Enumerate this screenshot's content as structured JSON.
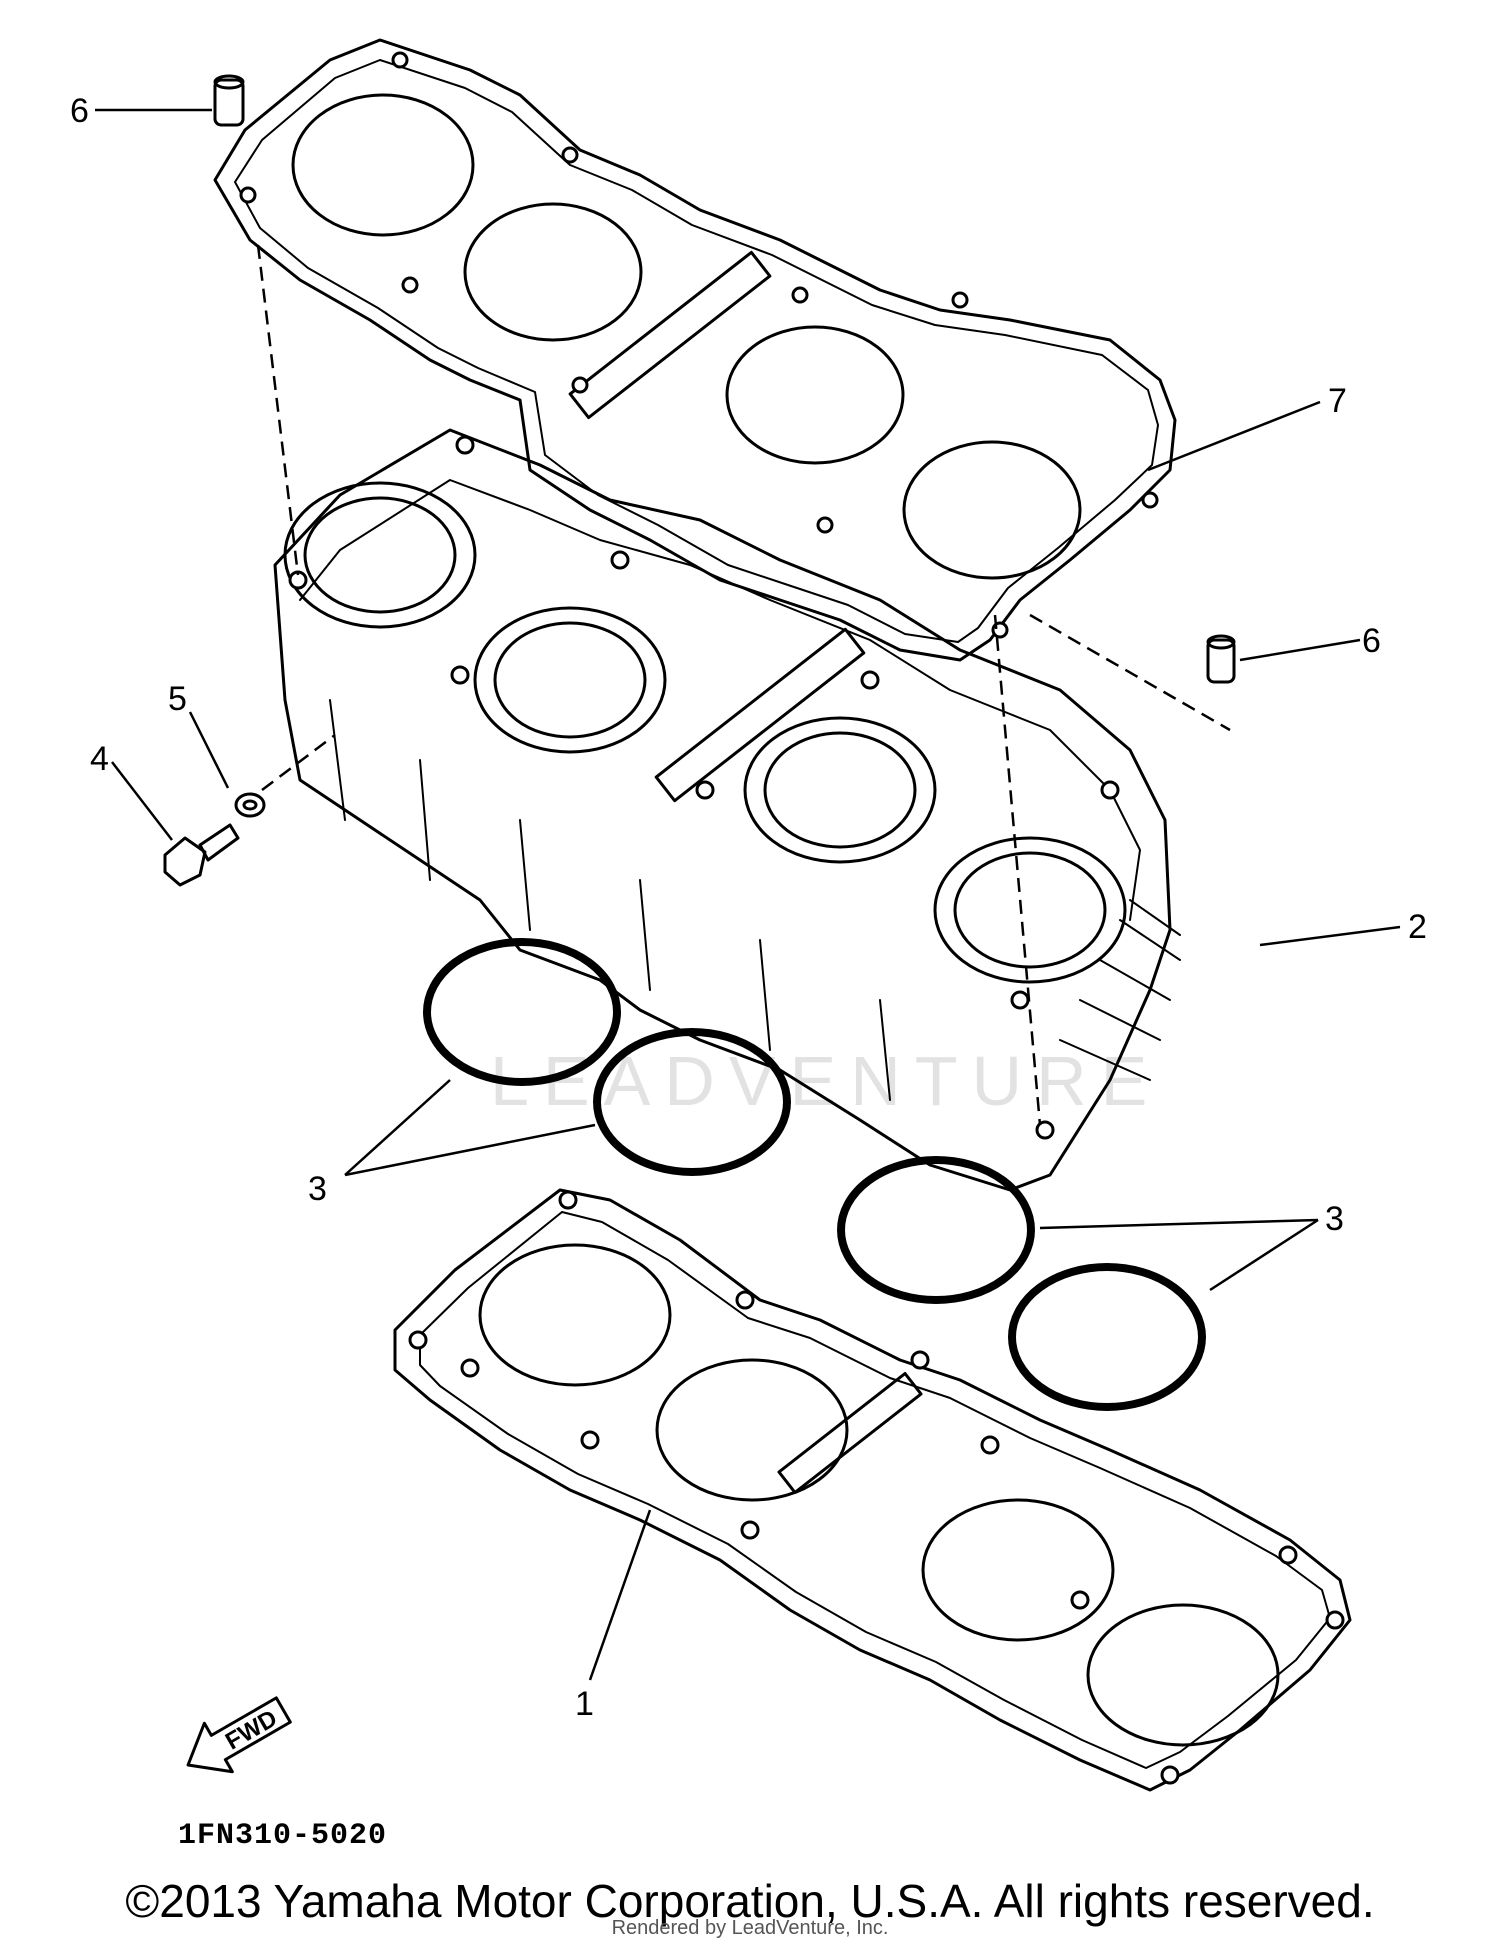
{
  "diagram": {
    "callouts": [
      "1",
      "2",
      "3",
      "3",
      "4",
      "5",
      "6",
      "6",
      "7"
    ],
    "part_code": "1FN310-5020",
    "fwd_label": "FWD",
    "watermark": "LEADVENTURE"
  },
  "footer": {
    "copyright": "©2013 Yamaha Motor Corporation, U.S.A. All rights reserved.",
    "rendered_by": "Rendered by LeadVenture, Inc."
  }
}
